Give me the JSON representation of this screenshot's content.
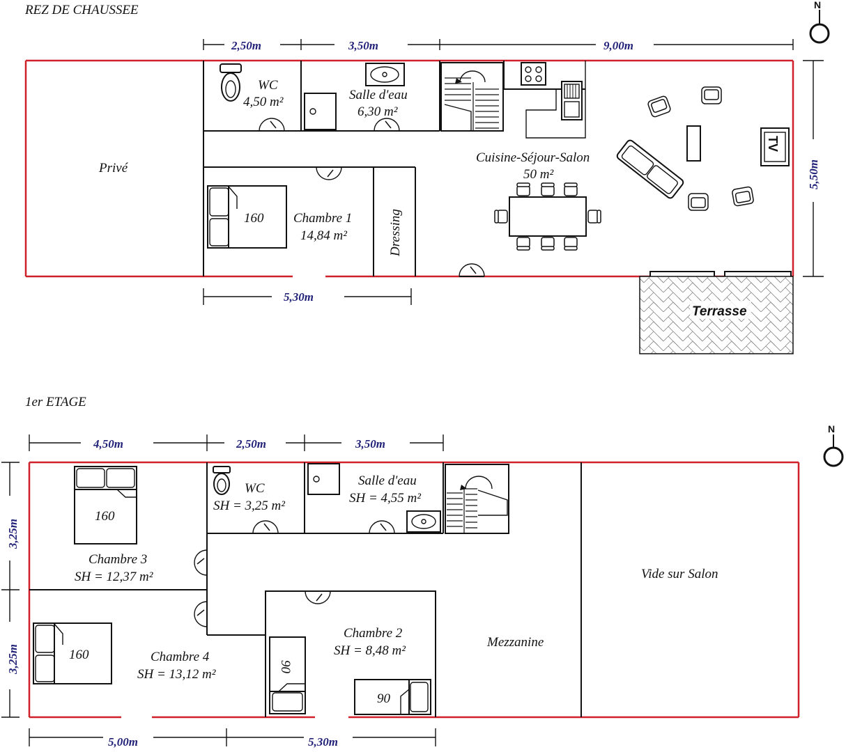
{
  "colors": {
    "outline": "#d0202a",
    "walls": "#111111",
    "dimensions": "#23237a"
  },
  "ground": {
    "title": "REZ DE CHAUSSEE",
    "dims": {
      "wc_width": "2,50m",
      "bath_width": "3,50m",
      "living_width": "9,00m",
      "depth": "5,50m",
      "bedroom_width": "5,30m"
    },
    "rooms": {
      "prive": "Privé",
      "wc_name": "WC",
      "wc_area": "4,50 m²",
      "bath_name": "Salle d'eau",
      "bath_area": "6,30 m²",
      "living_name": "Cuisine-Séjour-Salon",
      "living_area": "50 m²",
      "bed1_name": "Chambre 1",
      "bed1_area": "14,84 m²",
      "bed1_size": "160",
      "dressing": "Dressing",
      "terrace": "Terrasse",
      "tv": "TV"
    },
    "compass": "N"
  },
  "first": {
    "title": "1er ETAGE",
    "dims": {
      "bed3_width": "4,50m",
      "wc_width": "2,50m",
      "bath_width": "3,50m",
      "bed3_depth": "3,25m",
      "bed4_depth": "3,25m",
      "bed4_width": "5,00m",
      "bed2_width": "5,30m"
    },
    "rooms": {
      "bed3_name": "Chambre 3",
      "bed3_area": "SH = 12,37 m²",
      "bed3_size": "160",
      "wc_name": "WC",
      "wc_area": "SH = 3,25 m²",
      "bath_name": "Salle d'eau",
      "bath_area": "SH = 4,55 m²",
      "bed4_name": "Chambre 4",
      "bed4_area": "SH = 13,12 m²",
      "bed4_size": "160",
      "bed2_name": "Chambre 2",
      "bed2_area": "SH = 8,48 m²",
      "bed2_size_a": "90",
      "bed2_size_b": "90",
      "mezzanine": "Mezzanine",
      "void": "Vide sur Salon"
    },
    "compass": "N"
  }
}
